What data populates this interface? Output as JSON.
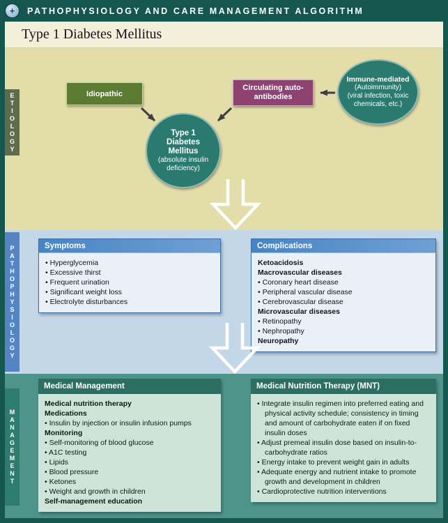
{
  "header": {
    "title": "PATHOPHYSIOLOGY AND CARE MANAGEMENT ALGORITHM",
    "icon": "medical-emblem-icon",
    "icon_glyph": "+"
  },
  "page_title": "Type 1 Diabetes Mellitus",
  "colors": {
    "frame": "#15564f",
    "etiology_bg": "#e3dda9",
    "pathophysiology_bg": "#c4d7e9",
    "management_bg": "#4e948a",
    "etiology_label_bg": "#5e6b4c",
    "pathophysiology_label_bg": "#5484c4",
    "management_label_bg": "#2e7c6e",
    "node_olive": "#5a7b31",
    "node_purple": "#8d4272",
    "node_teal": "#2b7a70",
    "panel_blue_header": "#4784c4",
    "panel_teal_header": "#2c6e61"
  },
  "etiology": {
    "label": "ETIOLOGY",
    "idiopathic": "Idiopathic",
    "autoantibodies": "Circulating auto-antibodies",
    "immune_mediated": {
      "title": "Immune-mediated",
      "sub1": "(Autoimmunity)",
      "sub2": "(viral infection, toxic chemicals, etc.)"
    },
    "t1dm": {
      "title": "Type 1 Diabetes Mellitus",
      "sub": "(absolute insulin deficiency)"
    }
  },
  "pathophysiology": {
    "label": "PATHOPHYSIOLOGY",
    "symptoms": {
      "title": "Symptoms",
      "items": [
        {
          "text": "Hyperglycemia"
        },
        {
          "text": "Excessive thirst"
        },
        {
          "text": "Frequent urination"
        },
        {
          "text": "Significant weight loss"
        },
        {
          "text": "Electrolyte disturbances"
        }
      ]
    },
    "complications": {
      "title": "Complications",
      "items": [
        {
          "text": "Ketoacidosis",
          "bold": true
        },
        {
          "text": "Macrovascular diseases",
          "bold": true
        },
        {
          "text": "Coronary heart disease"
        },
        {
          "text": "Peripheral vascular disease"
        },
        {
          "text": "Cerebrovascular disease"
        },
        {
          "text": "Microvascular diseases",
          "bold": true
        },
        {
          "text": "Retinopathy"
        },
        {
          "text": "Nephropathy"
        },
        {
          "text": "Neuropathy",
          "bold": true
        }
      ]
    }
  },
  "management": {
    "label": "MANAGEMENT",
    "medical_management": {
      "title": "Medical Management",
      "items": [
        {
          "text": "Medical nutrition therapy",
          "bold": true
        },
        {
          "text": "Medications",
          "bold": true
        },
        {
          "text": "Insulin by injection or insulin infusion pumps"
        },
        {
          "text": "Monitoring",
          "bold": true
        },
        {
          "text": "Self-monitoring of blood glucose"
        },
        {
          "text": "A1C testing"
        },
        {
          "text": "Lipids"
        },
        {
          "text": "Blood pressure"
        },
        {
          "text": "Ketones"
        },
        {
          "text": "Weight and growth in children"
        },
        {
          "text": "Self-management education",
          "bold": true
        }
      ]
    },
    "mnt": {
      "title": "Medical Nutrition Therapy (MNT)",
      "items": [
        {
          "text": "Integrate insulin regimen into preferred eating and physical activity schedule; consistency in timing and amount of carbohydrate eaten if on fixed insulin doses"
        },
        {
          "text": "Adjust premeal insulin dose based on insulin-to-carbohydrate ratios"
        },
        {
          "text": "Energy intake to prevent weight gain in adults"
        },
        {
          "text": "Adequate energy and nutrient intake to promote growth and development in children"
        },
        {
          "text": "Cardioprotective nutrition interventions"
        }
      ]
    }
  }
}
